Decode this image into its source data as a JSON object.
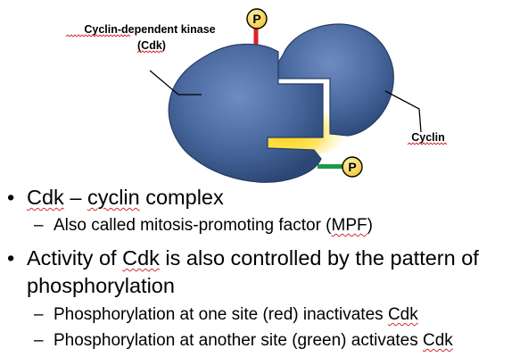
{
  "diagram": {
    "cdk_label_line1": "Cyclin-dependent kinase",
    "cdk_label_line2": "(Cdk)",
    "cyclin_label": "Cyclin",
    "phosphate_top": "P",
    "phosphate_bottom": "P",
    "colors": {
      "protein_fill": "#4a6aa0",
      "protein_dark": "#2c4775",
      "inhibitory_site": "#e0202a",
      "activating_site": "#1a9a48",
      "active_site_glow": "#ffd21a",
      "phosphate_fill": "#ffdc5e"
    }
  },
  "bullets": [
    {
      "marker": "•",
      "pre": "",
      "flag1": "Cdk",
      "mid": " – ",
      "flag2": "cyclin",
      "post": " complex",
      "sub": [
        {
          "marker": "–",
          "pre": "Also called mitosis-promoting factor (",
          "flag": "MPF",
          "post": ")"
        }
      ]
    },
    {
      "marker": "•",
      "pre": "Activity of ",
      "flag": "Cdk",
      "post": " is also controlled by the pattern of",
      "line2": "phosphorylation",
      "sub": [
        {
          "marker": "–",
          "pre": "Phosphorylation at one site (red) inactivates ",
          "flag": "Cdk",
          "post": ""
        },
        {
          "marker": "–",
          "pre": "Phosphorylation at another site (green) activates ",
          "flag": "Cdk",
          "post": ""
        }
      ]
    }
  ]
}
